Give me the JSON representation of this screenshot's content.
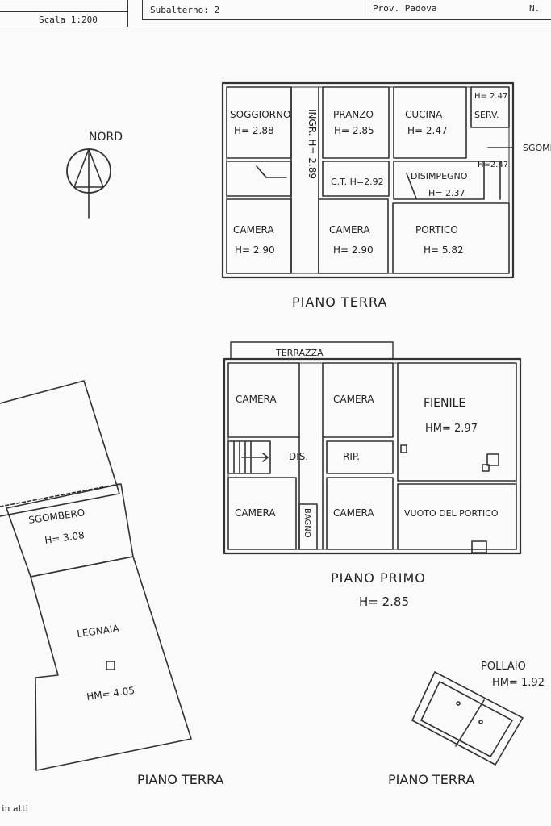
{
  "header": {
    "scale": "Scala 1:200",
    "subalterno": "Subalterno: 2",
    "provincia": "Prov. Padova",
    "numero": "N."
  },
  "north": {
    "label": "NORD"
  },
  "ground_floor": {
    "title": "PIANO TERRA",
    "rooms": {
      "soggiorno": "SOGGIORNO",
      "soggiorno_h": "H= 2.88",
      "ingresso": "INGR. H= 2.89",
      "pranzo": "PRANZO",
      "pranzo_h": "H= 2.85",
      "cucina": "CUCINA",
      "cucina_h": "H= 2.47",
      "serv_h": "H= 2.47",
      "serv": "SERV.",
      "sgomb": "SGOMB",
      "h247": "H=2.47",
      "ct": "C.T. H=2.92",
      "disimpegno": "DISIMPEGNO",
      "disimpegno_h": "H= 2.37",
      "camera1": "CAMERA",
      "camera1_h": "H= 2.90",
      "camera2": "CAMERA",
      "camera2_h": "H= 2.90",
      "portico": "PORTICO",
      "portico_h": "H= 5.82"
    }
  },
  "first_floor": {
    "title": "PIANO PRIMO",
    "height": "H= 2.85",
    "rooms": {
      "terrazza": "TERRAZZA",
      "camera_nw": "CAMERA",
      "camera_ne": "CAMERA",
      "fienile": "FIENILE",
      "fienile_h": "HM= 2.97",
      "dis": "DIS.",
      "rip": "RIP.",
      "camera_sw": "CAMERA",
      "bagno": "BAGNO",
      "camera_se": "CAMERA",
      "vuoto": "VUOTO DEL PORTICO"
    }
  },
  "outbuilding": {
    "title": "PIANO TERRA",
    "sgombero": "SGOMBERO",
    "sgombero_h": "H= 3.08",
    "legnaia": "LEGNAIA",
    "legnaia_h": "HM= 4.05"
  },
  "pollaio": {
    "title": "PIANO TERRA",
    "name": "POLLAIO",
    "height": "HM= 1.92"
  },
  "footer": {
    "note": "in atti"
  }
}
